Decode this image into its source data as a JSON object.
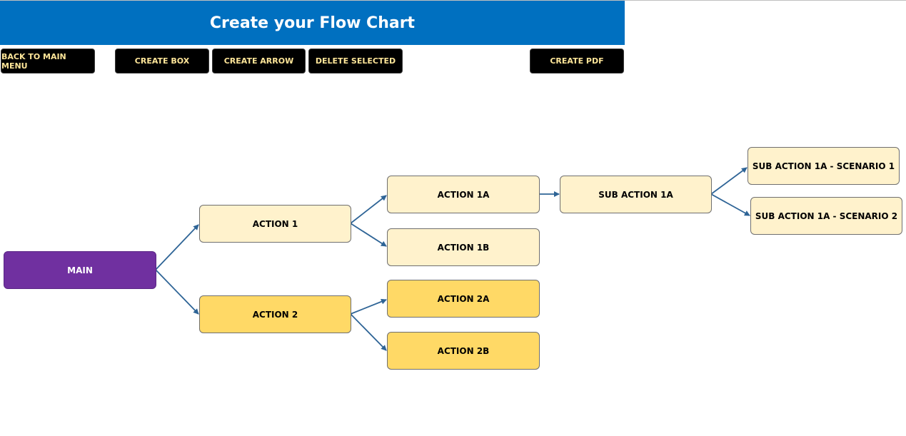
{
  "header": {
    "title": "Create your Flow Chart"
  },
  "toolbar": {
    "back": "BACK TO MAIN MENU",
    "create_box": "CREATE BOX",
    "create_arrow": "CREATE ARROW",
    "delete_selected": "DELETE SELECTED",
    "create_pdf": "CREATE PDF"
  },
  "colors": {
    "header": "#0070c0",
    "toolbar_text": "#ffe699",
    "main_box": "#7030a0",
    "level_light": "#fff2cc",
    "level_gold": "#ffd966",
    "arrow": "#2e6496"
  },
  "flow": {
    "nodes": {
      "main": "MAIN",
      "action1": "ACTION 1",
      "action2": "ACTION 2",
      "action1a": "ACTION 1A",
      "action1b": "ACTION 1B",
      "action2a": "ACTION 2A",
      "action2b": "ACTION 2B",
      "sub1a": "SUB ACTION 1A",
      "sub1a_s1": "SUB ACTION 1A - SCENARIO 1",
      "sub1a_s2": "SUB ACTION 1A - SCENARIO 2"
    },
    "edges": [
      [
        "MAIN",
        "ACTION 1"
      ],
      [
        "MAIN",
        "ACTION 2"
      ],
      [
        "ACTION 1",
        "ACTION 1A"
      ],
      [
        "ACTION 1",
        "ACTION 1B"
      ],
      [
        "ACTION 2",
        "ACTION 2A"
      ],
      [
        "ACTION 2",
        "ACTION 2B"
      ],
      [
        "ACTION 1A",
        "SUB ACTION 1A"
      ],
      [
        "SUB ACTION 1A",
        "SUB ACTION 1A - SCENARIO 1"
      ],
      [
        "SUB ACTION 1A",
        "SUB ACTION 1A - SCENARIO 2"
      ]
    ]
  }
}
